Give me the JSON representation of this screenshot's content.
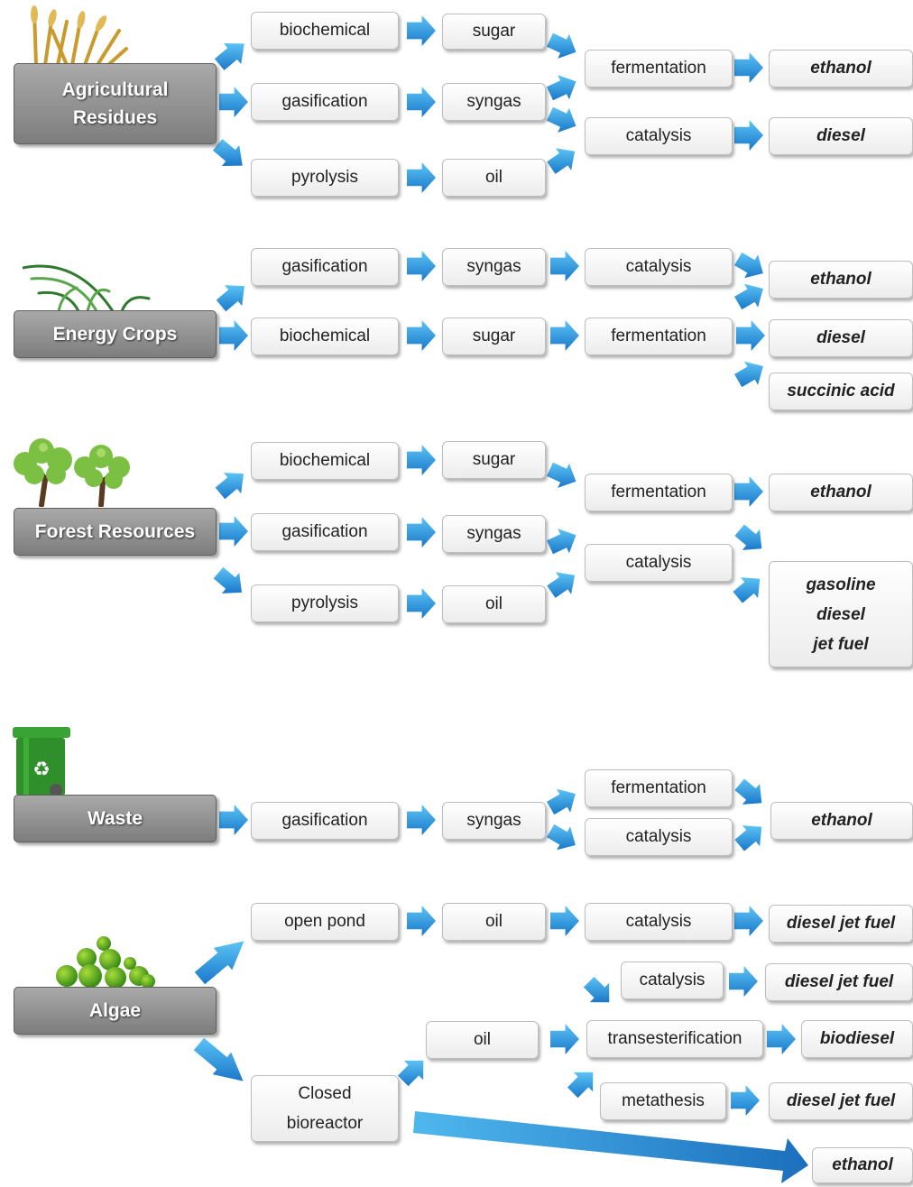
{
  "sources": [
    {
      "name": "Agricultural Residues",
      "lines": [
        "Agricultural",
        "Residues"
      ],
      "icon": "wheat-icon"
    },
    {
      "name": "Energy Crops",
      "lines": [
        "Energy Crops"
      ],
      "icon": "grass-icon"
    },
    {
      "name": "Forest Resources",
      "lines": [
        "Forest Resources"
      ],
      "icon": "trees-icon"
    },
    {
      "name": "Waste",
      "lines": [
        "Waste"
      ],
      "icon": "recycle-bin-icon"
    },
    {
      "name": "Algae",
      "lines": [
        "Algae"
      ],
      "icon": "algae-icon"
    }
  ],
  "agricultural_residues": {
    "processes": [
      "biochemical",
      "gasification",
      "pyrolysis"
    ],
    "intermediates": [
      "sugar",
      "syngas",
      "oil"
    ],
    "conversions": [
      "fermentation",
      "catalysis"
    ],
    "products": [
      "ethanol",
      "diesel"
    ]
  },
  "energy_crops": {
    "processes": [
      "gasification",
      "biochemical"
    ],
    "intermediates": [
      "syngas",
      "sugar"
    ],
    "conversions": [
      "catalysis",
      "fermentation"
    ],
    "products": [
      "ethanol",
      "diesel",
      "succinic acid"
    ]
  },
  "forest_resources": {
    "processes": [
      "biochemical",
      "gasification",
      "pyrolysis"
    ],
    "intermediates": [
      "sugar",
      "syngas",
      "oil"
    ],
    "conversions": [
      "fermentation",
      "catalysis"
    ],
    "products": [
      "ethanol"
    ],
    "products_multi": [
      "gasoline",
      "diesel",
      "jet fuel"
    ]
  },
  "waste": {
    "process": "gasification",
    "intermediate": "syngas",
    "conversions": [
      "fermentation",
      "catalysis"
    ],
    "product": "ethanol"
  },
  "algae": {
    "open_pond": {
      "process": "open pond",
      "intermediate": "oil",
      "conversion": "catalysis",
      "product": "diesel jet fuel"
    },
    "closed": {
      "process_lines": [
        "Closed",
        "bioreactor"
      ],
      "intermediate": "oil",
      "conversions": [
        "catalysis",
        "transesterification",
        "metathesis"
      ],
      "products": [
        "diesel jet fuel",
        "biodiesel",
        "diesel jet fuel"
      ],
      "direct_product": "ethanol"
    }
  },
  "colors": {
    "arrow": "#2a9ae0",
    "arrow_dark": "#1976c2",
    "source_box": "#8c8c8c"
  }
}
